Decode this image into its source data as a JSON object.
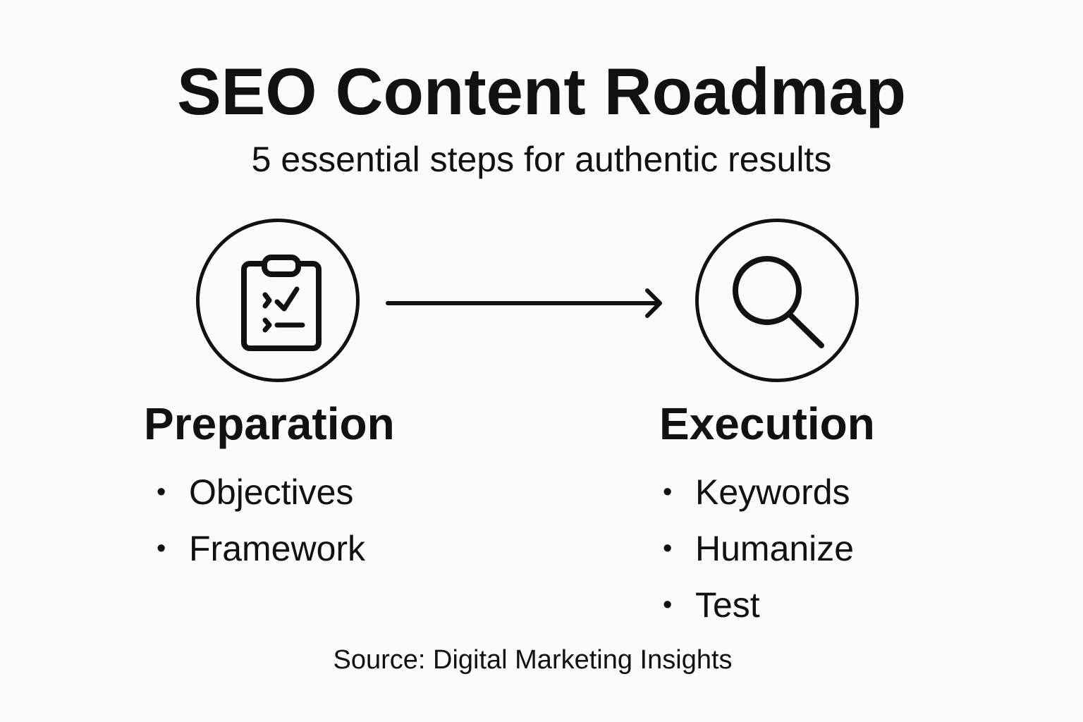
{
  "title": "SEO Content Roadmap",
  "subtitle": "5 essential steps for authentic results",
  "stages": [
    {
      "icon": "clipboard-checklist-icon",
      "heading": "Preparation",
      "items": [
        "Objectives",
        "Framework"
      ]
    },
    {
      "icon": "magnifying-glass-icon",
      "heading": "Execution",
      "items": [
        "Keywords",
        "Humanize",
        "Test"
      ]
    }
  ],
  "bullet_glyph": "•",
  "source": "Source: Digital Marketing Insights",
  "colors": {
    "background": "#fbfbf9",
    "ink": "#111111"
  }
}
